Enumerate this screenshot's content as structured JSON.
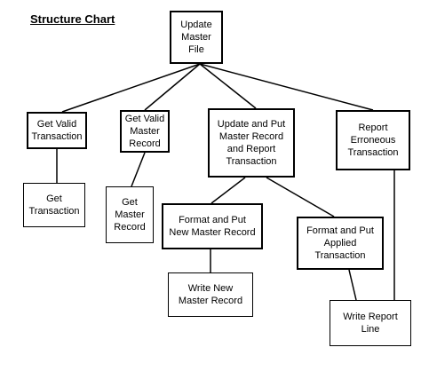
{
  "title": "Structure Chart",
  "nodes": {
    "update_master_file": "Update\nMaster\nFile",
    "get_valid_transaction": "Get Valid\nTransaction",
    "get_valid_master_record": "Get Valid\nMaster\nRecord",
    "update_and_put_master_record": "Update and Put\nMaster Record\nand Report\nTransaction",
    "report_erroneous_transaction": "Report\nErroneous\nTransaction",
    "get_transaction": "Get\nTransaction",
    "get_master_record": "Get\nMaster\nRecord",
    "format_and_put_new_master_record": "Format and Put\nNew Master Record",
    "format_and_put_applied_transaction": "Format and Put\nApplied\nTransaction",
    "write_new_master_record": "Write New\nMaster Record",
    "write_report_line": "Write Report\nLine"
  }
}
